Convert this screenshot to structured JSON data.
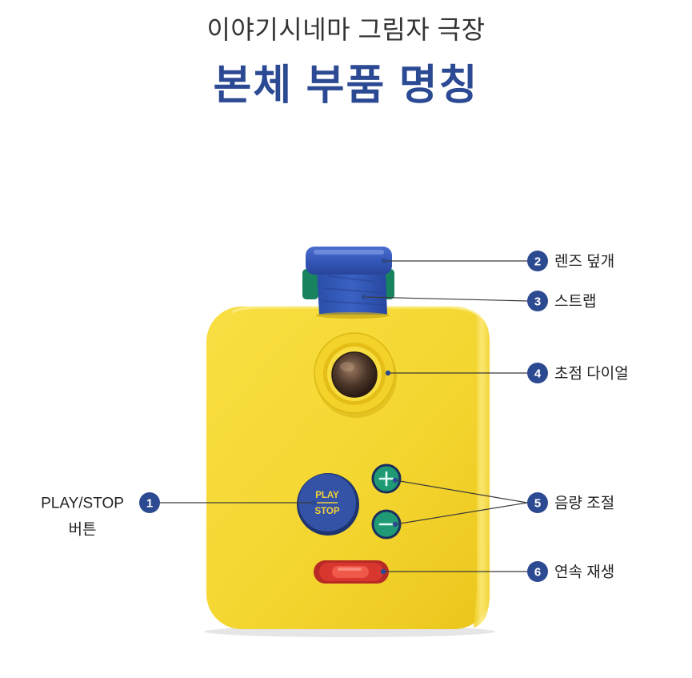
{
  "header": {
    "subtitle": "이야기시네마 그림자 극장",
    "title": "본체 부품 명칭"
  },
  "device": {
    "play_button": {
      "top": "PLAY",
      "bottom": "STOP"
    },
    "icons": {
      "volume_up": "plus-icon",
      "volume_down": "minus-icon"
    }
  },
  "callouts": [
    {
      "number": "1",
      "label": "PLAY/STOP",
      "label_line2": "버튼"
    },
    {
      "number": "2",
      "label": "렌즈 덮개"
    },
    {
      "number": "3",
      "label": "스트랩"
    },
    {
      "number": "4",
      "label": "초점 다이얼"
    },
    {
      "number": "5",
      "label": "음량 조절"
    },
    {
      "number": "6",
      "label": "연속 재생"
    }
  ],
  "colors": {
    "title_accent": "#2c4a93",
    "badge": "#2c4a91",
    "body_yellow": "#f4d630",
    "play_button": "#3452a6",
    "volume_button": "#1f9a74",
    "switch_red": "#d8372f"
  }
}
